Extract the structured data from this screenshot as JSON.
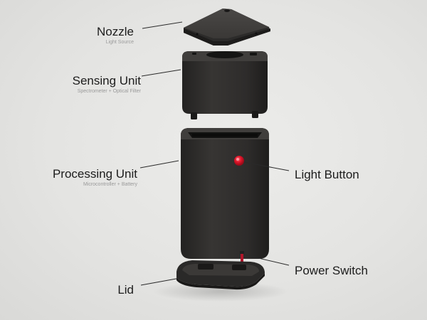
{
  "diagram": {
    "parts": [
      {
        "id": "nozzle",
        "label": "Nozzle",
        "sublabel": "Light Source"
      },
      {
        "id": "sensing",
        "label": "Sensing Unit",
        "sublabel": "Spectrometer + Optical Filter"
      },
      {
        "id": "processing",
        "label": "Processing Unit",
        "sublabel": "Microcontroller + Battery"
      },
      {
        "id": "lid",
        "label": "Lid",
        "sublabel": ""
      }
    ],
    "callouts": [
      {
        "id": "light-button",
        "label": "Light Button"
      },
      {
        "id": "power-switch",
        "label": "Power Switch"
      }
    ]
  },
  "colors": {
    "body": "#2b2a29",
    "accent_red": "#e0162b"
  }
}
